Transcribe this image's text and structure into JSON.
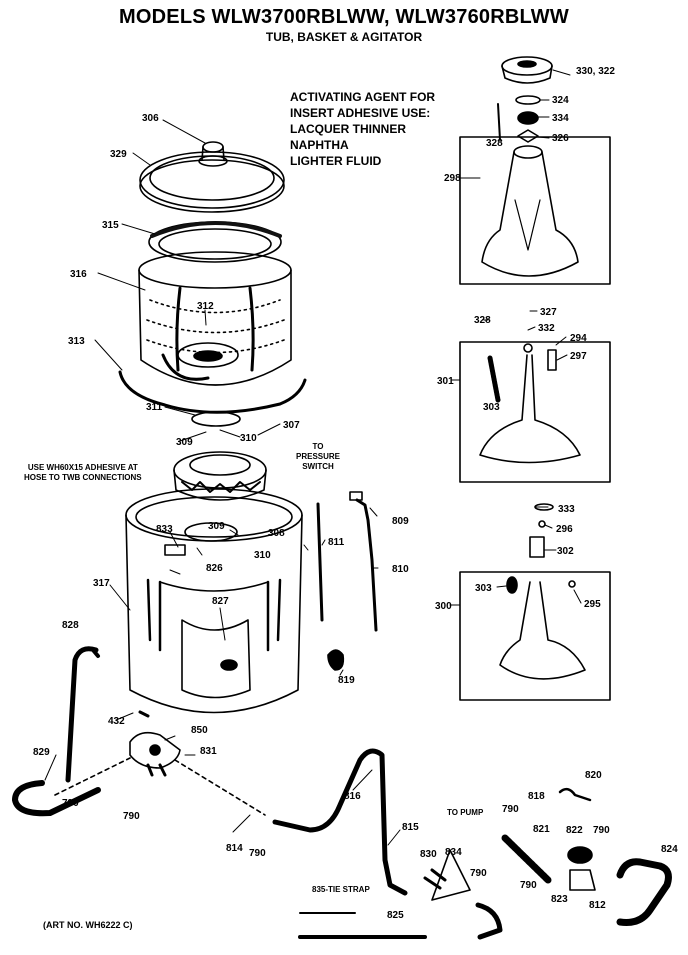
{
  "title": "MODELS WLW3700RBLWW, WLW3760RBLWW",
  "subtitle": "TUB, BASKET & AGITATOR",
  "note": "ACTIVATING AGENT FOR\nINSERT ADHESIVE USE:\nLACQUER THINNER\nNAPHTHA\nLIGHTER FLUID",
  "adhesive_note": "USE WH60X15 ADHESIVE AT\nHOSE TO TWB CONNECTIONS",
  "pressure_note": "TO\nPRESSURE\nSWITCH",
  "pump_note": "TO PUMP",
  "tie_strap": "835-TIE STRAP",
  "art_number": "(ART NO. WH6222 C)",
  "callouts": [
    "306",
    "329",
    "315",
    "316",
    "312",
    "313",
    "311",
    "309",
    "310",
    "307",
    "833",
    "308",
    "309",
    "310",
    "826",
    "317",
    "827",
    "828",
    "819",
    "811",
    "810",
    "809",
    "432",
    "850",
    "831",
    "829",
    "790",
    "790",
    "814",
    "790",
    "816",
    "815",
    "830",
    "834",
    "790",
    "825",
    "818",
    "820",
    "790",
    "821",
    "822",
    "790",
    "790",
    "824",
    "823",
    "812",
    "330, 322",
    "324",
    "334",
    "326",
    "328",
    "298",
    "327",
    "328",
    "332",
    "294",
    "297",
    "301",
    "303",
    "333",
    "296",
    "302",
    "303",
    "295",
    "300"
  ]
}
